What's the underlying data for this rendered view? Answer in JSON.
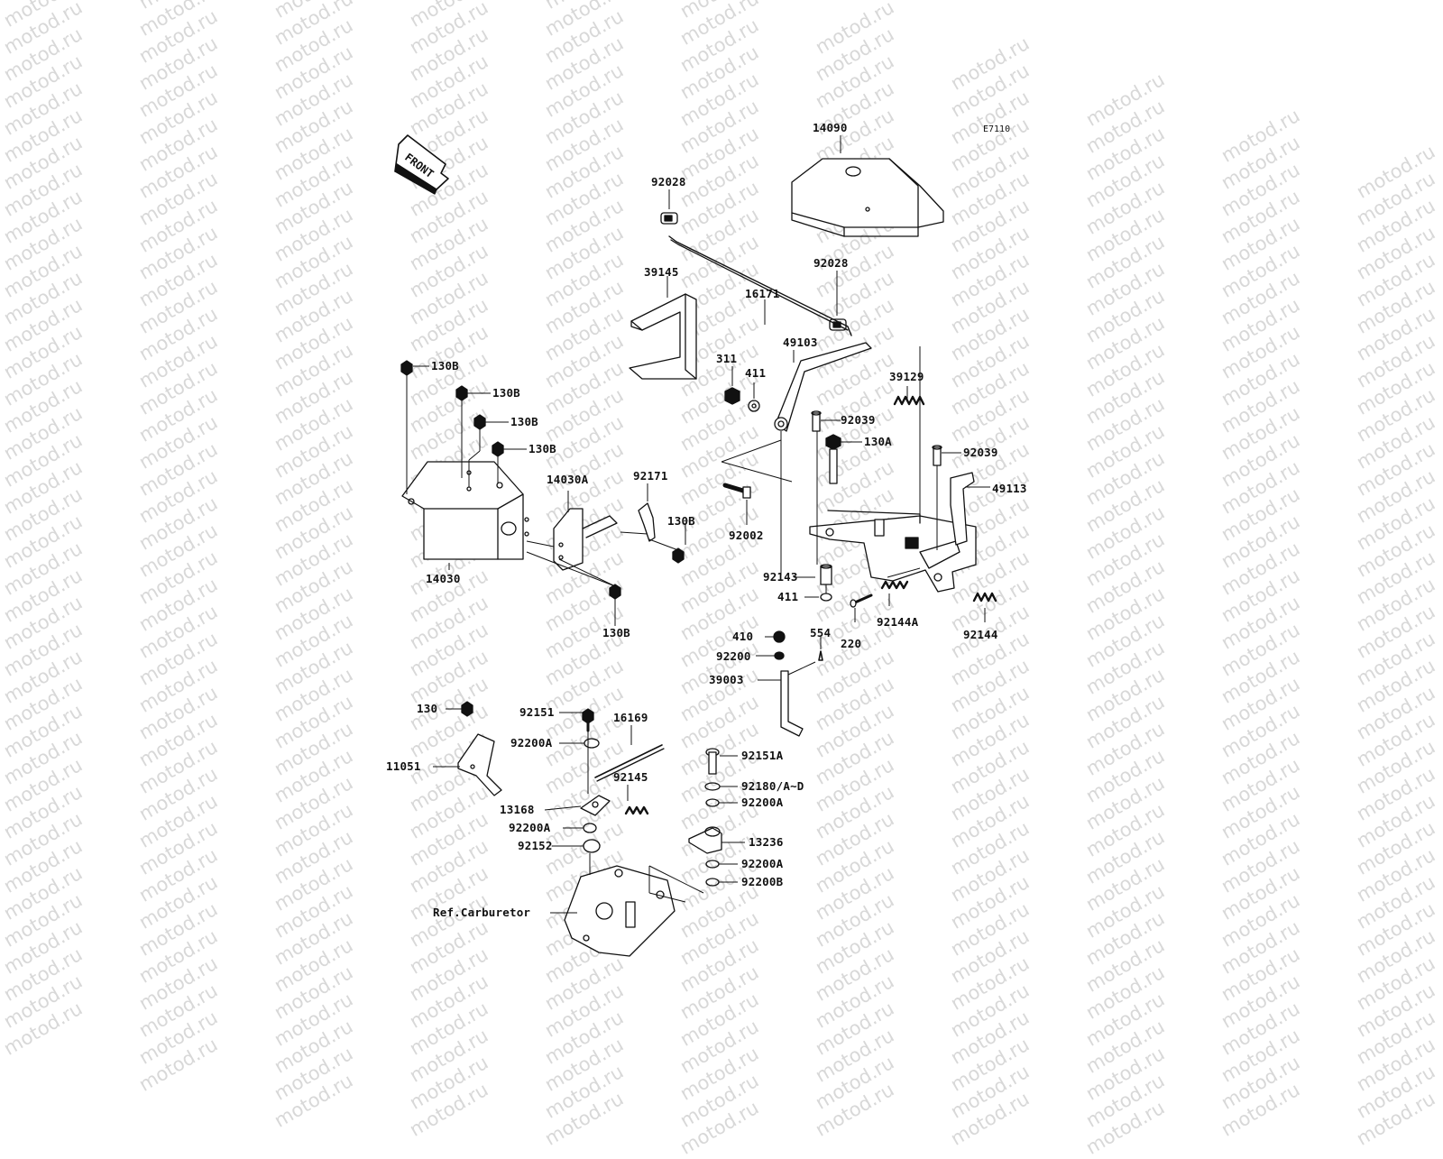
{
  "watermark_text": "motod.ru",
  "diagram_code": "E7110",
  "front_label": "FRONT",
  "parts": [
    {
      "id": "p14090",
      "label": "14090"
    },
    {
      "id": "p92028a",
      "label": "92028"
    },
    {
      "id": "p92028b",
      "label": "92028"
    },
    {
      "id": "p39145",
      "label": "39145"
    },
    {
      "id": "p16171",
      "label": "16171"
    },
    {
      "id": "p49103",
      "label": "49103"
    },
    {
      "id": "p311",
      "label": "311"
    },
    {
      "id": "p411a",
      "label": "411"
    },
    {
      "id": "p39129",
      "label": "39129"
    },
    {
      "id": "p92039a",
      "label": "92039"
    },
    {
      "id": "p130A",
      "label": "130A"
    },
    {
      "id": "p92039b",
      "label": "92039"
    },
    {
      "id": "p49113",
      "label": "49113"
    },
    {
      "id": "p130Ba",
      "label": "130B"
    },
    {
      "id": "p130Bb",
      "label": "130B"
    },
    {
      "id": "p130Bc",
      "label": "130B"
    },
    {
      "id": "p130Bd",
      "label": "130B"
    },
    {
      "id": "p14030A",
      "label": "14030A"
    },
    {
      "id": "p92171",
      "label": "92171"
    },
    {
      "id": "p130Be",
      "label": "130B"
    },
    {
      "id": "p14030",
      "label": "14030"
    },
    {
      "id": "p130Bf",
      "label": "130B"
    },
    {
      "id": "p92002",
      "label": "92002"
    },
    {
      "id": "p92143",
      "label": "92143"
    },
    {
      "id": "p411b",
      "label": "411"
    },
    {
      "id": "p92144A",
      "label": "92144A"
    },
    {
      "id": "p92144",
      "label": "92144"
    },
    {
      "id": "p220",
      "label": "220"
    },
    {
      "id": "p410",
      "label": "410"
    },
    {
      "id": "p554",
      "label": "554"
    },
    {
      "id": "p92200",
      "label": "92200"
    },
    {
      "id": "p39003",
      "label": "39003"
    },
    {
      "id": "p130",
      "label": "130"
    },
    {
      "id": "p11051",
      "label": "11051"
    },
    {
      "id": "p92151",
      "label": "92151"
    },
    {
      "id": "p16169",
      "label": "16169"
    },
    {
      "id": "p92200Aa",
      "label": "92200A"
    },
    {
      "id": "p92145",
      "label": "92145"
    },
    {
      "id": "p13168",
      "label": "13168"
    },
    {
      "id": "p92200Ab",
      "label": "92200A"
    },
    {
      "id": "p92152",
      "label": "92152"
    },
    {
      "id": "pRefCarb",
      "label": "Ref.Carburetor"
    },
    {
      "id": "p92151A",
      "label": "92151A"
    },
    {
      "id": "p92180",
      "label": "92180/A~D"
    },
    {
      "id": "p92200Ac",
      "label": "92200A"
    },
    {
      "id": "p13236",
      "label": "13236"
    },
    {
      "id": "p92200Ad",
      "label": "92200A"
    },
    {
      "id": "p92200B",
      "label": "92200B"
    }
  ]
}
